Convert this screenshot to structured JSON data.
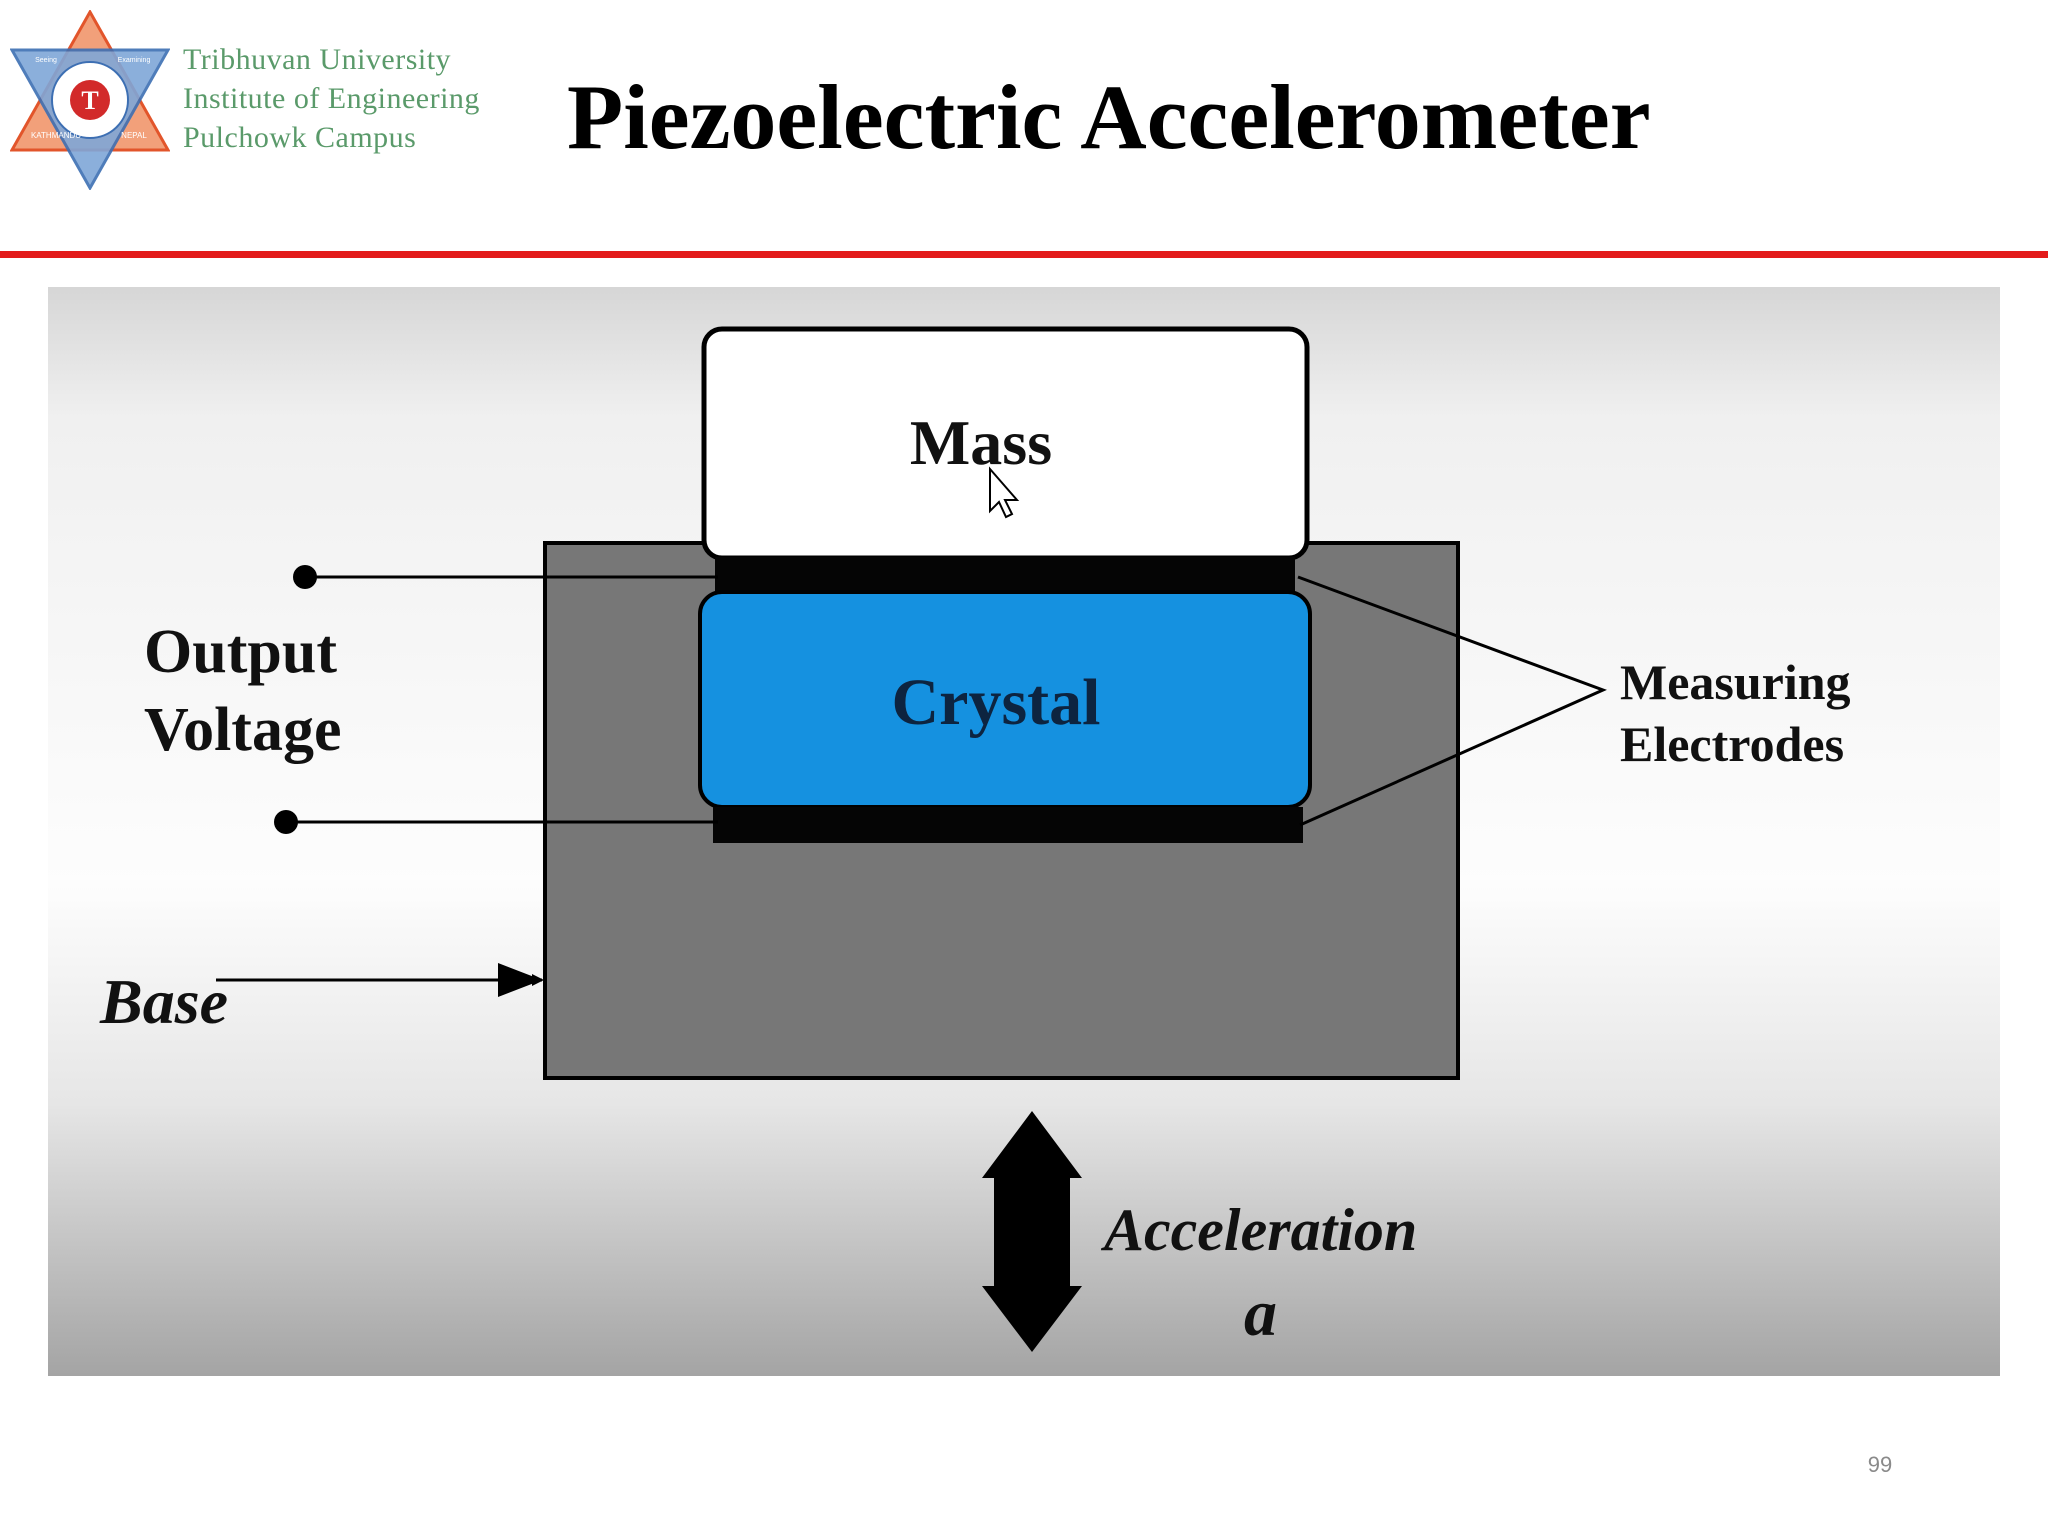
{
  "header": {
    "institution": [
      "Tribhuvan University",
      "Institute of Engineering",
      "Pulchowk Campus"
    ],
    "title": "Piezoelectric Accelerometer"
  },
  "logo": {
    "name": "tribhuvan-university-emblem",
    "center_letter": "T",
    "ring_text": [
      "Seeing",
      "Examining",
      "KATHMANDU",
      "NEPAL"
    ]
  },
  "diagram": {
    "mass_label": "Mass",
    "crystal_label": "Crystal",
    "output_label": [
      "Output",
      "Voltage"
    ],
    "electrodes_label": [
      "Measuring",
      "Electrodes"
    ],
    "base_label": "Base",
    "acceleration_label": "Acceleration",
    "acceleration_symbol": "a"
  },
  "colors": {
    "accent_rule": "#e31b1b",
    "crystal": "#1591e0",
    "base": "#777777",
    "institution_text": "#5a9a6a"
  },
  "footer": {
    "page_number": "99"
  }
}
